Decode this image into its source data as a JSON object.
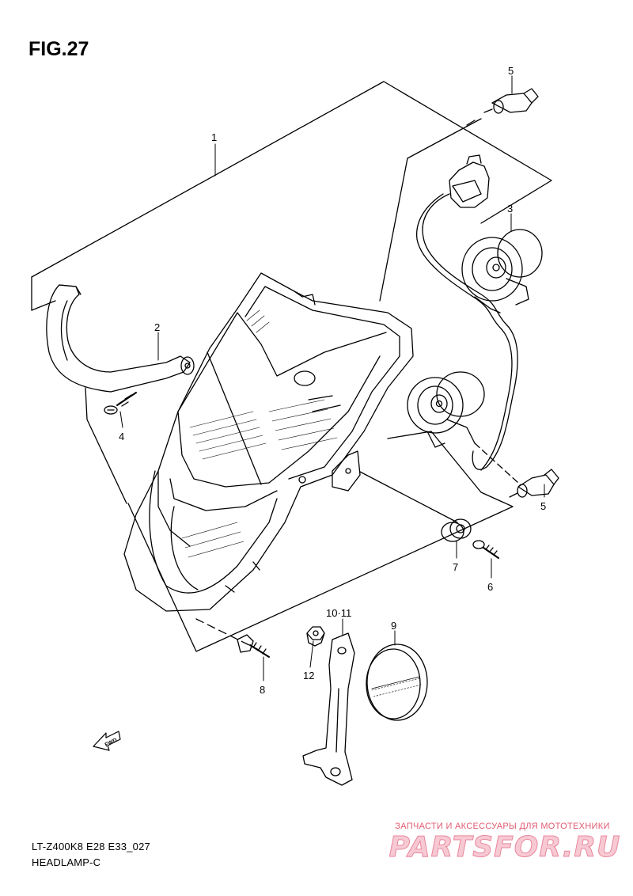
{
  "figure": {
    "title": "FIG.27",
    "code": "LT-Z400K8 E28 E33_027",
    "name": "HEADLAMP-C"
  },
  "callouts": [
    "1",
    "2",
    "3",
    "4",
    "5",
    "5",
    "6",
    "7",
    "8",
    "9",
    "10·11",
    "12"
  ],
  "direction_label": "FWD",
  "watermark": {
    "tagline": "ЗАПЧАСТИ И АКСЕССУАРЫ ДЛЯ МОТОТЕХНИКИ",
    "logo": "PARTSFOR.RU"
  }
}
